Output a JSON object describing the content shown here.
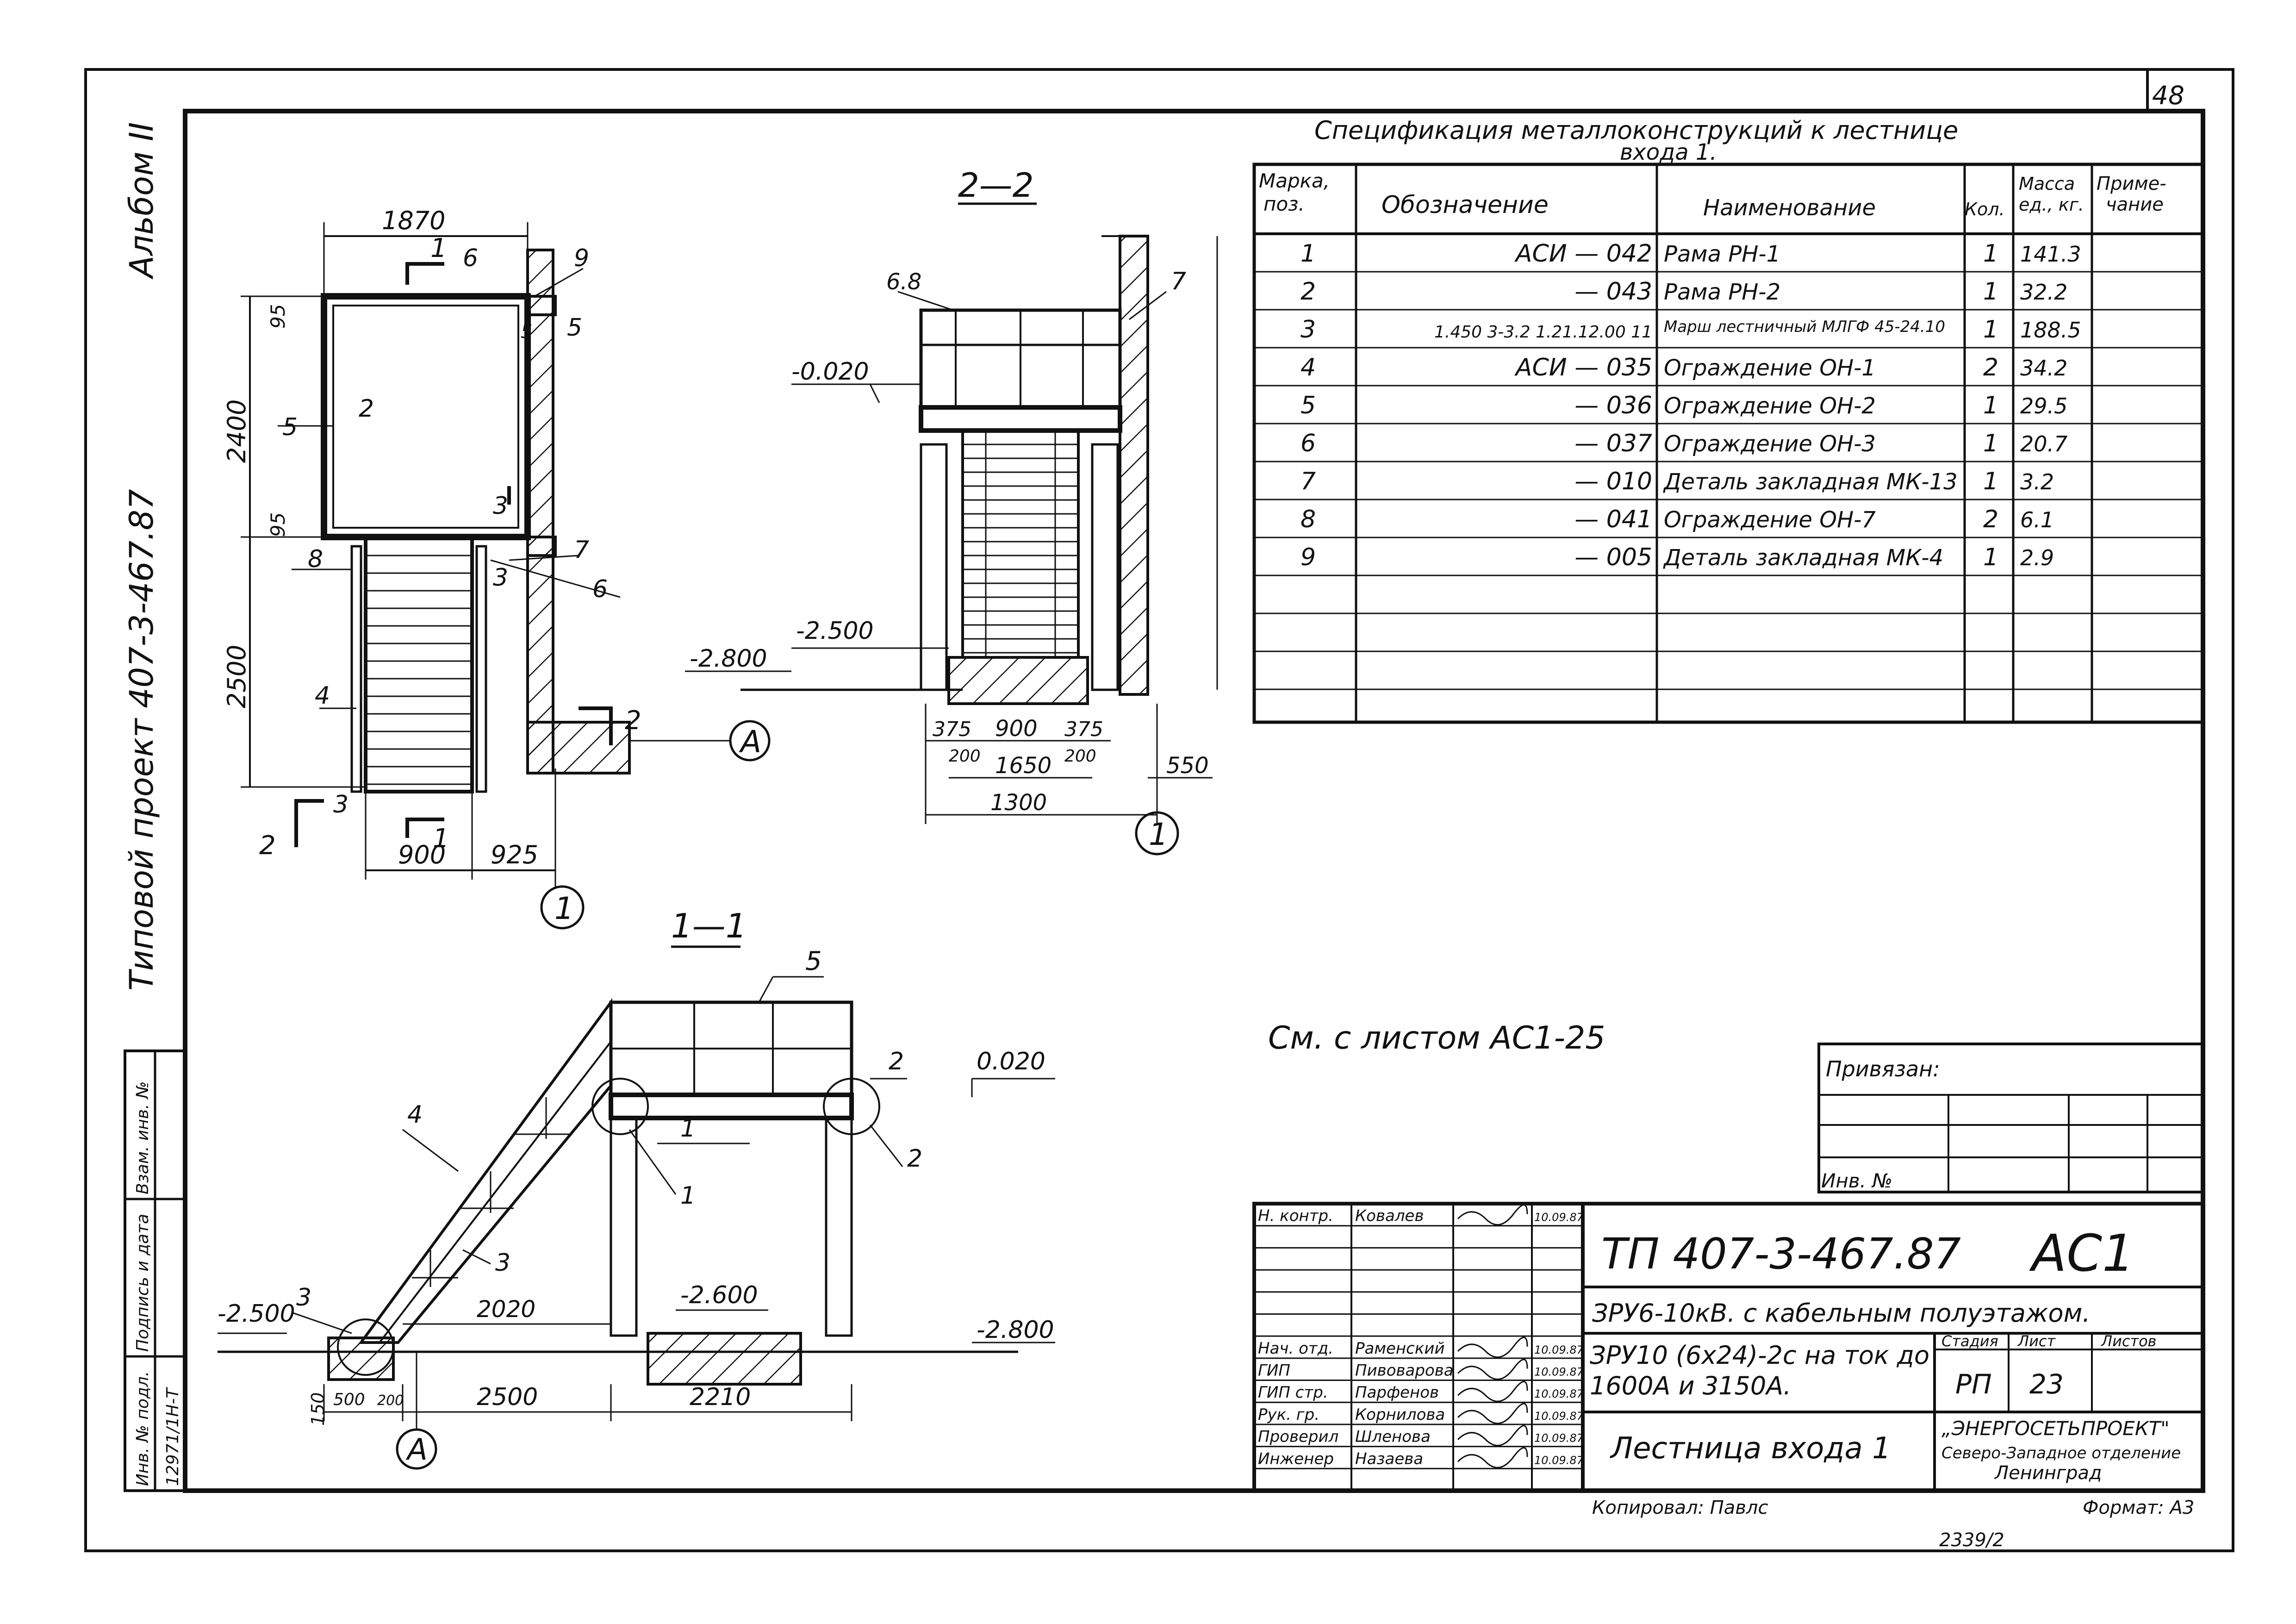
{
  "sheet_number_corner": "48",
  "side_album": "Альбом II",
  "side_project": "Типовой проект 407-3-467.87",
  "side_stamp": {
    "col1": "Инв. № подл.",
    "col2": "Подпись и дата",
    "col3": "Взам. инв. №",
    "inv_value": "12971/1Н-Т"
  },
  "spec": {
    "title_line1": "Спецификация металлоконструкций к лестнице",
    "title_line2": "входа 1.",
    "headers": [
      "Марка, поз.",
      "Обозначение",
      "Наименование",
      "Кол.",
      "Масса ед., кг.",
      "Примечание"
    ],
    "header_pos_1": "Марка,",
    "header_pos_2": "поз.",
    "header_mass_1": "Масса",
    "header_mass_2": "ед., кг.",
    "header_note_1": "Приме-",
    "header_note_2": "чание",
    "rows": [
      {
        "pos": "1",
        "code": "АСИ — 042",
        "name": "Рама        РН-1",
        "qty": "1",
        "mass": "141.3"
      },
      {
        "pos": "2",
        "code": "— 043",
        "name": "Рама        РН-2",
        "qty": "1",
        "mass": "32.2"
      },
      {
        "pos": "3",
        "code": "1.450 3-3.2 1.21.12.00 11",
        "name": "Марш лестничный МЛГФ 45-24.10",
        "qty": "1",
        "mass": "188.5"
      },
      {
        "pos": "4",
        "code": "АСИ — 035",
        "name": "Ограждение ОН-1",
        "qty": "2",
        "mass": "34.2"
      },
      {
        "pos": "5",
        "code": "— 036",
        "name": "Ограждение ОН-2",
        "qty": "1",
        "mass": "29.5"
      },
      {
        "pos": "6",
        "code": "— 037",
        "name": "Ограждение ОН-3",
        "qty": "1",
        "mass": "20.7"
      },
      {
        "pos": "7",
        "code": "— 010",
        "name": "Деталь закладная МК-13",
        "qty": "1",
        "mass": "3.2"
      },
      {
        "pos": "8",
        "code": "— 041",
        "name": "Ограждение ОН-7",
        "qty": "2",
        "mass": "6.1"
      },
      {
        "pos": "9",
        "code": "— 005",
        "name": "Деталь закладная МК-4",
        "qty": "1",
        "mass": "2.9"
      }
    ]
  },
  "see_sheet": "См. с листом АС1-25",
  "plan": {
    "dim_top": "1870",
    "dim_2400": "2400",
    "dim_2500": "2500",
    "dim_95a": "95",
    "dim_95b": "95",
    "dim_900": "900",
    "dim_925": "925",
    "labels": [
      "1",
      "6",
      "9",
      "5",
      "5",
      "2",
      "5",
      "3",
      "8",
      "7",
      "3",
      "6",
      "4",
      "3",
      "1",
      "2",
      "2",
      "1"
    ],
    "axis": "А",
    "axis1": "1"
  },
  "section22": {
    "title": "2—2",
    "lvl_0020": "-0.020",
    "lvl_2500": "-2.500",
    "lvl_2800": "-2.800",
    "lbl_68": "6.8",
    "lbl_7": "7",
    "dim_375a": "375",
    "dim_900": "900",
    "dim_375b": "375",
    "dim_200a": "200",
    "dim_1650": "1650",
    "dim_200b": "200",
    "dim_1300": "1300",
    "dim_550": "550",
    "axis1": "1"
  },
  "section11": {
    "title": "1—1",
    "lvl_0020": "0.020",
    "lvl_2500": "-2.500",
    "lvl_2600": "-2.600",
    "lvl_2800": "-2.800",
    "lbl_5": "5",
    "lbl_2a": "2",
    "lbl_2b": "2",
    "lbl_4": "4",
    "lbl_1a": "1",
    "lbl_1b": "1",
    "lbl_3a": "3",
    "lbl_3b": "3",
    "dim_2020": "2020",
    "dim_150": "150",
    "dim_500": "500",
    "dim_200": "200",
    "dim_2500": "2500",
    "dim_2210": "2210",
    "axis": "А"
  },
  "binding": {
    "label": "Привязан:",
    "inv": "Инв. №"
  },
  "title_block": {
    "code": "ТП 407-3-467.87",
    "mark": "АС1",
    "desc": "ЗРУ6-10кВ. с кабельным полуэтажом.",
    "desc2": "ЗРУ10 (6х24)-2с на ток до 1600А и 3150А.",
    "sheet_name": "Лестница входа 1",
    "stage_label": "Стадия",
    "sheet_label": "Лист",
    "sheets_label": "Листов",
    "stage": "РП",
    "sheet": "23",
    "org1": "„ЭНЕРГОСЕТЬПРОЕКТ\"",
    "org2": "Северо-Западное отделение",
    "org3": "Ленинград",
    "copied": "Копировал: Павлс",
    "format": "Формат: А3",
    "roles": [
      {
        "role": "Н. контр.",
        "name": "Ковалев",
        "date": "10.09.87"
      },
      {
        "role": "Нач. отд.",
        "name": "Раменский",
        "date": "10.09.87"
      },
      {
        "role": "ГИП",
        "name": "Пивоварова",
        "date": "10.09.87"
      },
      {
        "role": "ГИП стр.",
        "name": "Парфенов",
        "date": "10.09.87"
      },
      {
        "role": "Рук. гр.",
        "name": "Корнилова",
        "date": "10.09.87"
      },
      {
        "role": "Проверил",
        "name": "Шленова",
        "date": "10.09.87"
      },
      {
        "role": "Инженер",
        "name": "Назаева",
        "date": "10.09.87"
      }
    ]
  },
  "bottom_number": "2339/2"
}
